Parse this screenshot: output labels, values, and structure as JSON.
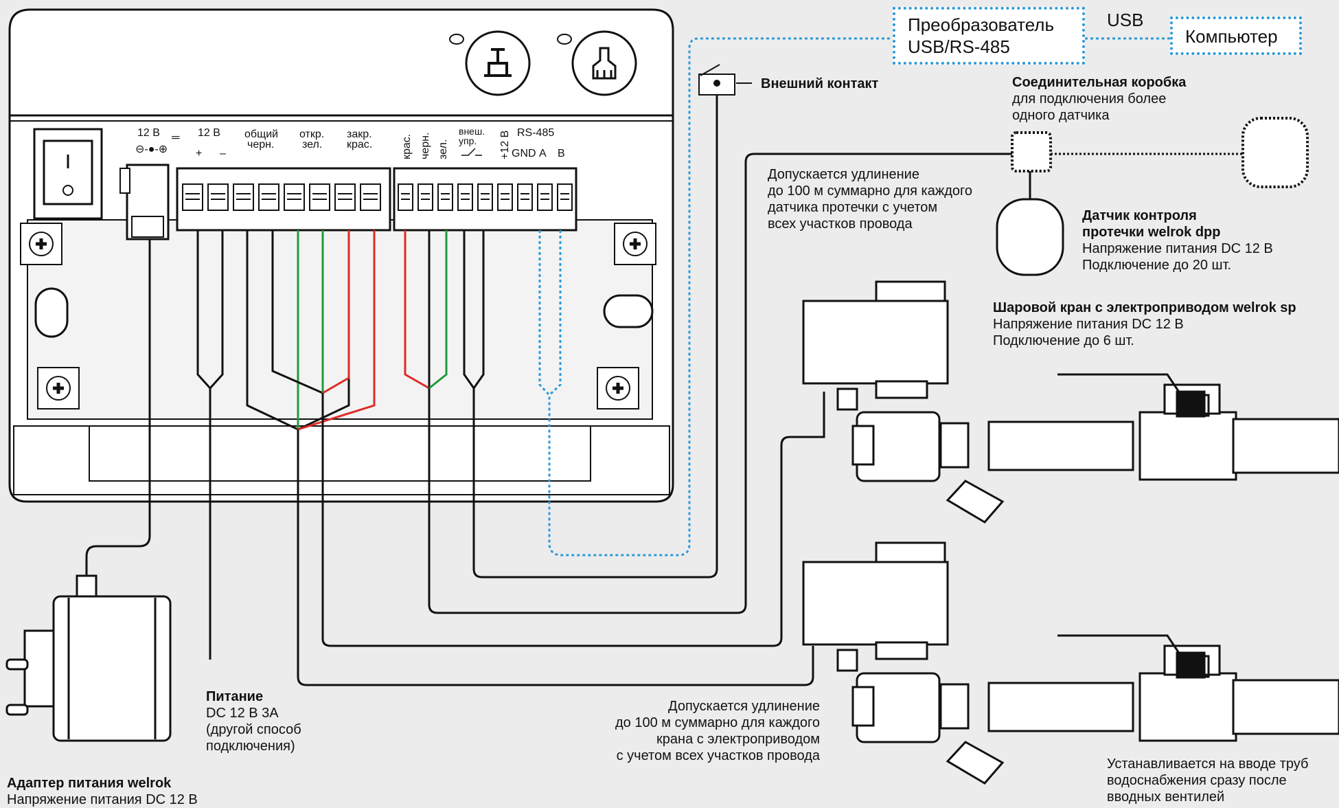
{
  "controller": {
    "power_in_label": "12 В",
    "power_terminal_label": "12 В",
    "plus": "+",
    "minus": "–",
    "terminals": [
      {
        "l1": "общий",
        "l2": "черн."
      },
      {
        "l1": "откр.",
        "l2": "зел."
      },
      {
        "l1": "закр.",
        "l2": "крас."
      }
    ],
    "sensor_terminals": [
      "крас.",
      "черн.",
      "зел."
    ],
    "ext_ctrl": {
      "l1": "внеш.",
      "l2": "упр."
    },
    "plus12": "+12 В",
    "rs485": "RS-485",
    "gnd": "GND",
    "a": "A",
    "b": "B"
  },
  "converter": {
    "l1": "Преобразователь",
    "l2": "USB/RS-485"
  },
  "usb_label": "USB",
  "computer": "Компьютер",
  "external_contact": "Внешний контакт",
  "junction": {
    "title": "Соединительная коробка",
    "l1": "для подключения более",
    "l2": "одного датчика"
  },
  "sensor_extension": {
    "l1": "Допускается удлинение",
    "l2": "до 100 м суммарно для каждого",
    "l3": "датчика протечки с учетом",
    "l4": "всех участков провода"
  },
  "sensor": {
    "t1": "Датчик контроля",
    "t2": "протечки welrok dpp",
    "l1": "Напряжение питания DC 12 В",
    "l2": "Подключение до 20 шт."
  },
  "valve": {
    "title": "Шаровой кран с электроприводом welrok sp",
    "l1": "Напряжение питания DC 12 В",
    "l2": "Подключение до 6 шт."
  },
  "valve_extension": {
    "l1": "Допускается удлинение",
    "l2": "до 100 м суммарно для каждого",
    "l3": "крана с электроприводом",
    "l4": "с учетом всех участков провода"
  },
  "install_note": {
    "l1": "Устанавливается на вводе труб",
    "l2": "водоснабжения сразу после",
    "l3": "вводных вентилей"
  },
  "power": {
    "title": "Питание",
    "l1": "DC 12 В 3А",
    "l2": "(другой способ",
    "l3": "подключения)"
  },
  "adapter": {
    "title": "Адаптер питания welrok",
    "l1": "Напряжение питания DC 12 В"
  },
  "colors": {
    "black": "#111111",
    "green": "#1f9a3c",
    "red": "#e02a26",
    "rs485": "#2a9ad8"
  }
}
